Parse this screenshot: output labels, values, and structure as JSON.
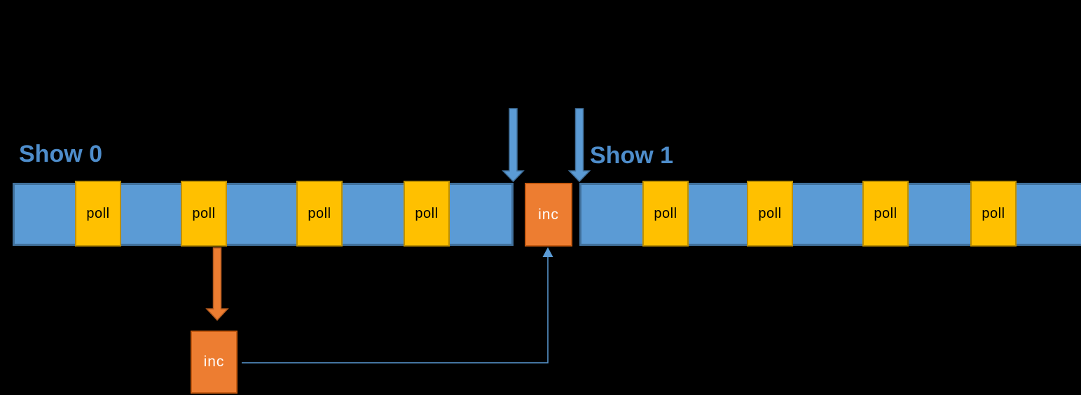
{
  "timelines": [
    {
      "label": "Show 0",
      "polls": [
        "poll",
        "poll",
        "poll",
        "poll"
      ]
    },
    {
      "label": "Show 1",
      "polls": [
        "poll",
        "poll",
        "poll",
        "poll"
      ]
    }
  ],
  "blocks": {
    "inc_main": "inc",
    "inc_detail": "inc"
  },
  "annotations": {
    "boundary_arrows": [
      "show-0-end-marker",
      "show-1-start-marker"
    ],
    "poll_to_inc_detail_arrow": "orange-down-arrow",
    "inc_detail_to_inc_main_connector": "blue-elbow-arrow"
  },
  "colors": {
    "background": "#000000",
    "timeline_fill": "#5B9BD5",
    "timeline_border": "#41719C",
    "poll_fill": "#FFC000",
    "poll_border": "#BF9000",
    "inc_fill": "#ED7D31",
    "inc_border": "#C55A11",
    "label_text": "#4E8DCB",
    "arrow_blue": "#5B9BD5",
    "arrow_orange": "#ED7D31",
    "connector_blue": "#5B9BD5"
  }
}
